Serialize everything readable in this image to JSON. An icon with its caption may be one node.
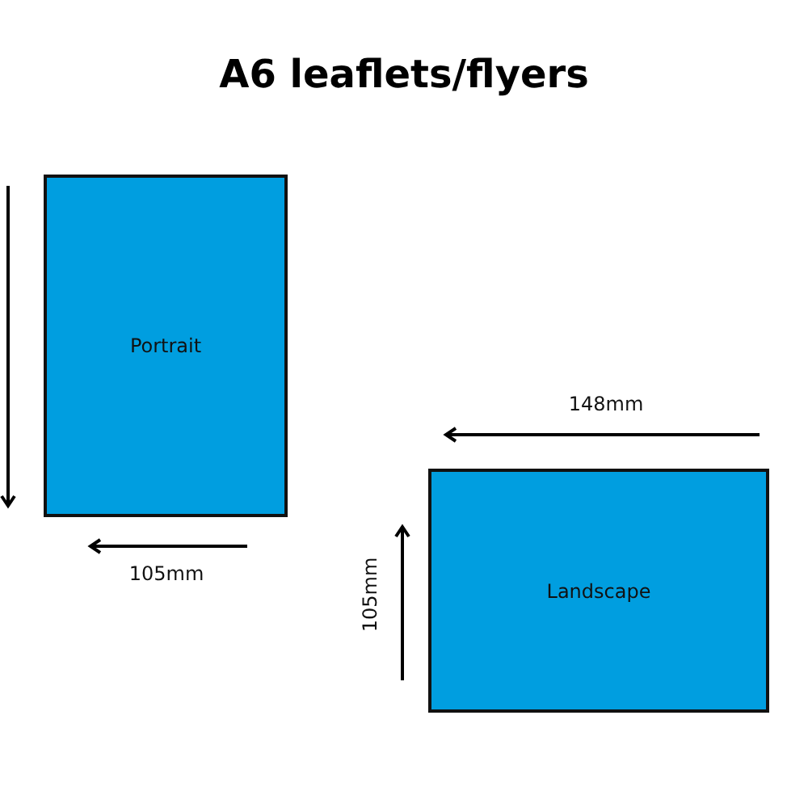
{
  "diagram": {
    "title": "A6 leaflets/flyers",
    "nodes": [
      {
        "text": [
          "Portrait"
        ]
      },
      {
        "text": [
          "Landscape"
        ]
      }
    ],
    "labels": [
      "148mm",
      "105mm",
      "105mm"
    ]
  }
}
